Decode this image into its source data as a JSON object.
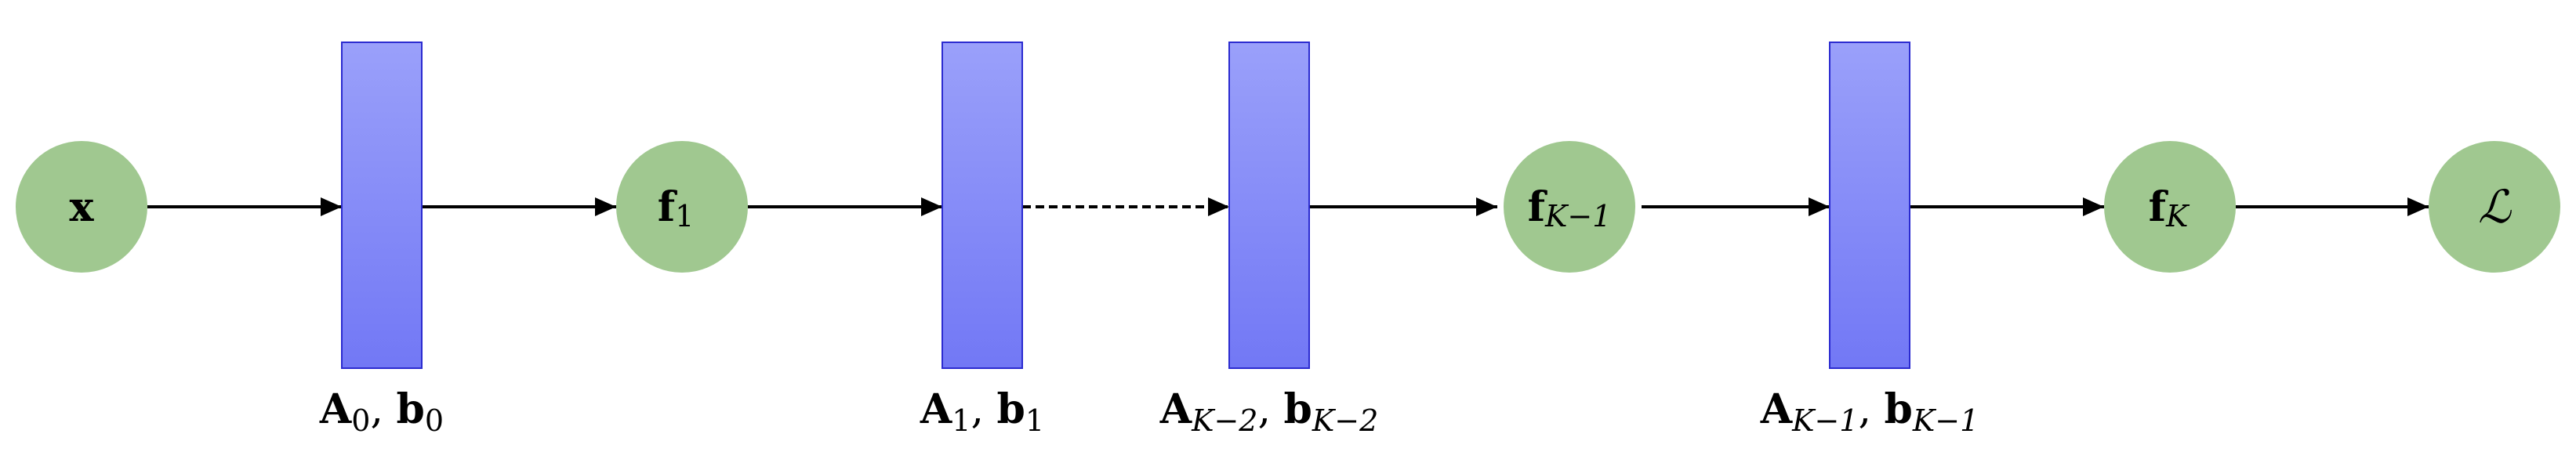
{
  "diagram": {
    "colors": {
      "node_fill": "#a0c890",
      "layer_fill_top": "#9aa0fa",
      "layer_fill_bottom": "#7278f5",
      "layer_stroke": "#2b2bd0",
      "arrow": "#000000"
    },
    "nodes": [
      {
        "id": "x",
        "base": "x",
        "sub": "",
        "style": "bold"
      },
      {
        "id": "f1",
        "base": "f",
        "sub": "1",
        "style": "bold"
      },
      {
        "id": "fK-1",
        "base": "f",
        "sub": "K−1",
        "style": "bold"
      },
      {
        "id": "fK",
        "base": "f",
        "sub": "K",
        "style": "bold"
      },
      {
        "id": "loss",
        "base": "ℒ",
        "sub": "",
        "style": "script"
      }
    ],
    "layers": [
      {
        "id": "layer0",
        "label_A": "A",
        "label_A_sub": "0",
        "label_b": "b",
        "label_b_sub": "0"
      },
      {
        "id": "layer1",
        "label_A": "A",
        "label_A_sub": "1",
        "label_b": "b",
        "label_b_sub": "1"
      },
      {
        "id": "layerK-2",
        "label_A": "A",
        "label_A_sub": "K−2",
        "label_b": "b",
        "label_b_sub": "K−2"
      },
      {
        "id": "layerK-1",
        "label_A": "A",
        "label_A_sub": "K−1",
        "label_b": "b",
        "label_b_sub": "K−1"
      }
    ],
    "edges": [
      {
        "from": "x",
        "to": "layer0",
        "style": "solid"
      },
      {
        "from": "layer0",
        "to": "f1",
        "style": "solid"
      },
      {
        "from": "f1",
        "to": "layer1",
        "style": "solid"
      },
      {
        "from": "layer1",
        "to": "layerK-2",
        "style": "dashed"
      },
      {
        "from": "layerK-2",
        "to": "fK-1",
        "style": "solid"
      },
      {
        "from": "fK-1",
        "to": "layerK-1",
        "style": "solid"
      },
      {
        "from": "layerK-1",
        "to": "fK",
        "style": "solid"
      },
      {
        "from": "fK",
        "to": "loss",
        "style": "solid"
      }
    ]
  }
}
